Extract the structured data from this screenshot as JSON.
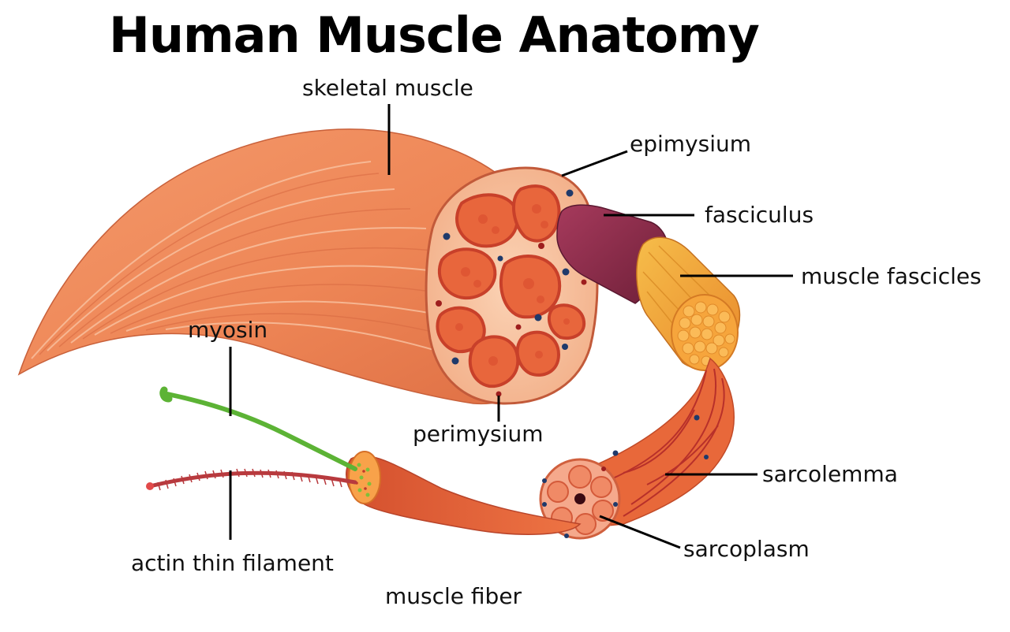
{
  "title": "Human Muscle Anatomy",
  "labels": {
    "skeletal_muscle": "skeletal muscle",
    "epimysium": "epimysium",
    "fasciculus": "fasciculus",
    "muscle_fascicles": "muscle fascicles",
    "myosin": "myosin",
    "perimysium": "perimysium",
    "sarcolemma": "sarcolemma",
    "sarcoplasm": "sarcoplasm",
    "actin_thin_filament": "actin thin filament",
    "muscle_fiber": "muscle fiber"
  },
  "colors": {
    "muscle_main": "#ef8a5c",
    "muscle_light": "#f6b08c",
    "muscle_dark": "#c65a36",
    "epimysium_fill": "#f8c6a4",
    "fascicle_ring": "#d24a2e",
    "fascicle_core": "#e8663c",
    "fasciculus": "#8f2a4a",
    "fascicles_yellow": "#f2a93c",
    "fiber": "#e0603a",
    "myosin": "#5cb335",
    "actin": "#b83a3e",
    "dot_navy": "#1f3a6b",
    "dot_red": "#9e1e1e",
    "leader": "#000000"
  }
}
